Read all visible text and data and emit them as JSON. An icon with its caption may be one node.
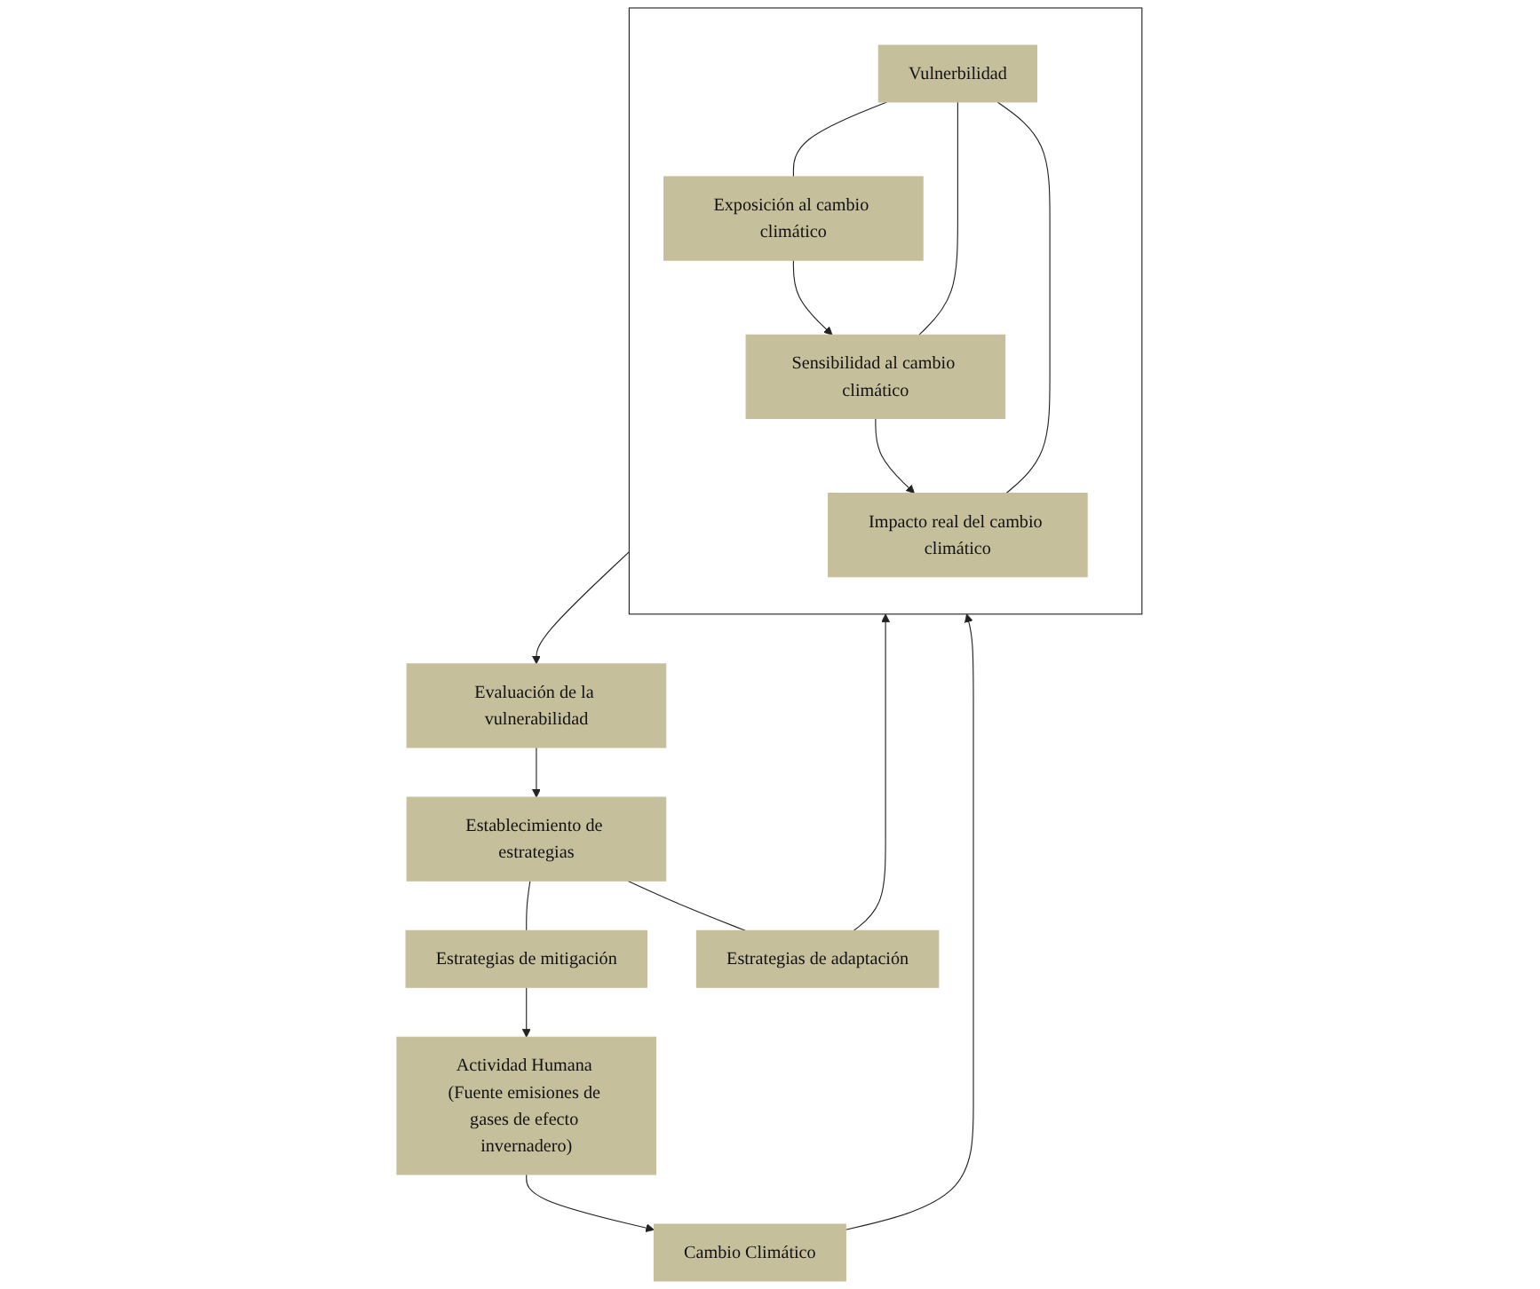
{
  "diagram": {
    "nodes": [
      {
        "text": [
          "Cambio Climático"
        ]
      },
      {
        "text": [
          "Actividad Humana (Fuente emisiones de gases de efecto invernadero)"
        ]
      },
      {
        "text": [],
        "shape": "box"
      },
      {
        "text": [
          "Exposición al cambio climático"
        ],
        "in": 2
      },
      {
        "text": [
          "Vulnerbilidad"
        ],
        "in": 2
      },
      {
        "text": [
          "Sensibilidad al cambio climático"
        ],
        "in": 2
      },
      {
        "text": [
          "Impacto real del cambio climático"
        ],
        "in": 2
      },
      {
        "text": [
          "Estrategias de mitigación"
        ]
      },
      {
        "text": [
          "Evaluación de la vulnerabilidad"
        ]
      },
      {
        "text": [
          "Estrategias de adaptación"
        ]
      },
      {
        "text": [
          "Establecimiento de estrategias"
        ]
      }
    ],
    "edges": [
      {
        "from": 1,
        "to": 0,
        "arrow": "to"
      },
      {
        "from": 0,
        "to": 2,
        "arrow": "to"
      },
      {
        "from": 3,
        "to": 5,
        "arrow": "to"
      },
      {
        "from": 5,
        "to": 6,
        "arrow": "to"
      },
      {
        "from": 4,
        "to": 3,
        "arrow": "none"
      },
      {
        "from": 4,
        "to": 5,
        "arrow": "none"
      },
      {
        "from": 4,
        "to": 6,
        "arrow": "none"
      },
      {
        "from": 2,
        "to": 8,
        "arrow": "to"
      },
      {
        "from": 8,
        "to": 10,
        "arrow": "to"
      },
      {
        "from": 10,
        "to": 9,
        "arrow": "none"
      },
      {
        "from": 9,
        "to": 2,
        "arrow": "to"
      },
      {
        "from": 10,
        "to": 7,
        "arrow": "none"
      },
      {
        "from": 7,
        "to": 1,
        "arrow": "to"
      }
    ]
  }
}
